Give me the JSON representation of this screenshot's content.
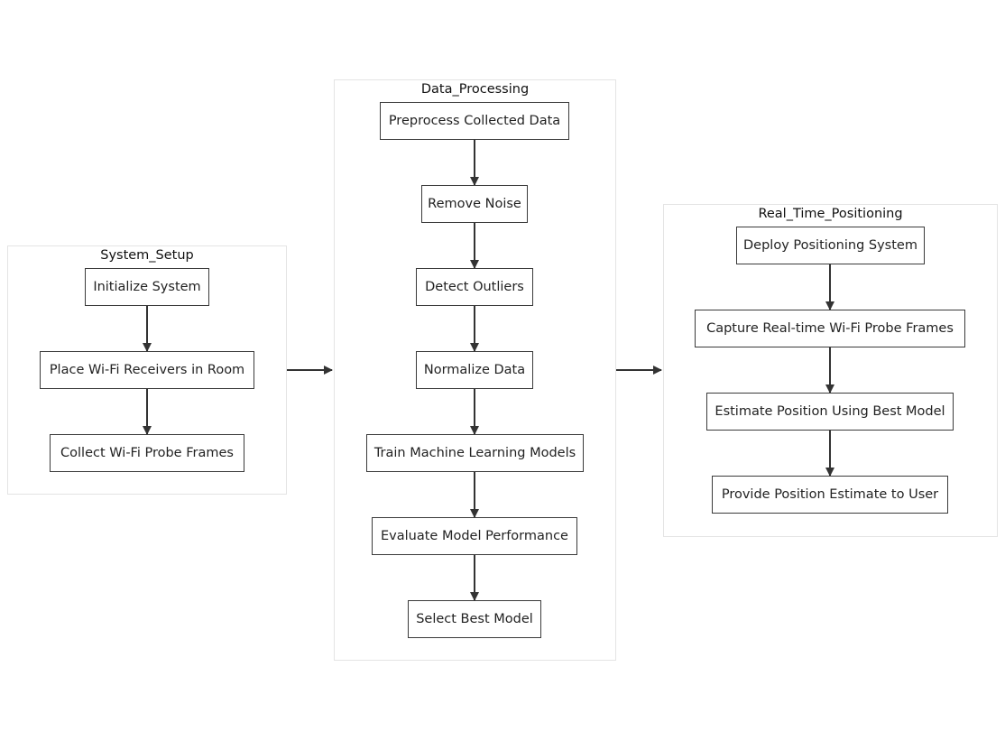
{
  "diagram": {
    "clusters": [
      {
        "id": "system_setup",
        "title": "System_Setup",
        "nodes": [
          {
            "id": "init",
            "label": "Initialize System"
          },
          {
            "id": "place",
            "label": "Place Wi-Fi Receivers in Room"
          },
          {
            "id": "collect",
            "label": "Collect Wi-Fi Probe Frames"
          }
        ]
      },
      {
        "id": "data_processing",
        "title": "Data_Processing",
        "nodes": [
          {
            "id": "preprocess",
            "label": "Preprocess Collected Data"
          },
          {
            "id": "noise",
            "label": "Remove Noise"
          },
          {
            "id": "outliers",
            "label": "Detect Outliers"
          },
          {
            "id": "normalize",
            "label": "Normalize Data"
          },
          {
            "id": "train",
            "label": "Train Machine Learning Models"
          },
          {
            "id": "evaluate",
            "label": "Evaluate Model Performance"
          },
          {
            "id": "select",
            "label": "Select Best Model"
          }
        ]
      },
      {
        "id": "real_time_positioning",
        "title": "Real_Time_Positioning",
        "nodes": [
          {
            "id": "deploy",
            "label": "Deploy Positioning System"
          },
          {
            "id": "capture",
            "label": "Capture Real-time Wi-Fi Probe Frames"
          },
          {
            "id": "estimate",
            "label": "Estimate Position Using Best Model"
          },
          {
            "id": "provide",
            "label": "Provide Position Estimate to User"
          }
        ]
      }
    ],
    "edges": [
      {
        "from": "init",
        "to": "place"
      },
      {
        "from": "place",
        "to": "collect"
      },
      {
        "from": "preprocess",
        "to": "noise"
      },
      {
        "from": "noise",
        "to": "outliers"
      },
      {
        "from": "outliers",
        "to": "normalize"
      },
      {
        "from": "normalize",
        "to": "train"
      },
      {
        "from": "train",
        "to": "evaluate"
      },
      {
        "from": "evaluate",
        "to": "select"
      },
      {
        "from": "deploy",
        "to": "capture"
      },
      {
        "from": "capture",
        "to": "estimate"
      },
      {
        "from": "estimate",
        "to": "provide"
      },
      {
        "from": "system_setup",
        "to": "data_processing"
      },
      {
        "from": "data_processing",
        "to": "real_time_positioning"
      }
    ],
    "colors": {
      "node_border": "#3a3a3a",
      "cluster_border": "#e4e4e4",
      "edge": "#333333"
    }
  }
}
